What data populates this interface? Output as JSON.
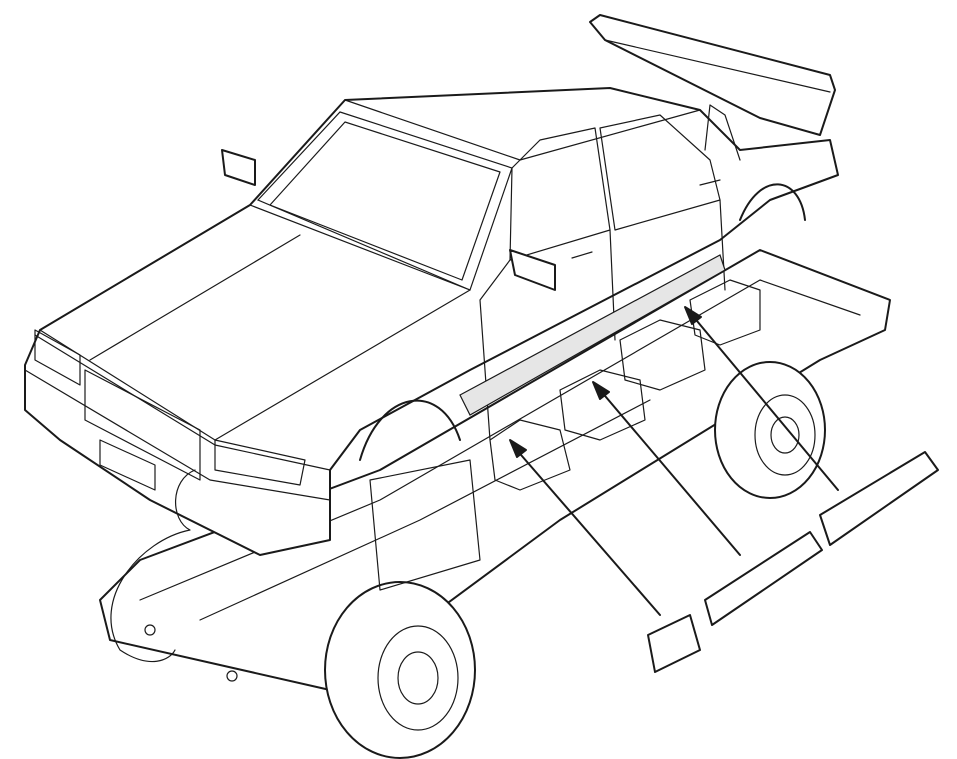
{
  "diagram": {
    "subject": "car-exploded-view",
    "line_color": "#1a1a1a",
    "background": "#ffffff",
    "callouts": [
      {
        "part": "front-door-trim-strip"
      },
      {
        "part": "rear-door-trim-strip"
      },
      {
        "part": "rear-quarter-trim-strip"
      },
      {
        "part": "front-fender-trim-strip"
      }
    ]
  }
}
